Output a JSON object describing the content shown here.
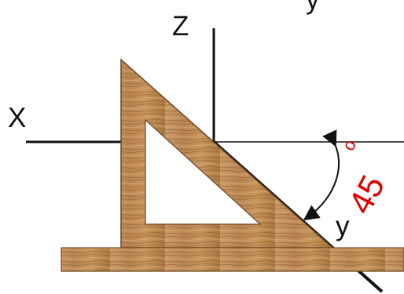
{
  "labels": {
    "z": "Z",
    "y_top": "y",
    "x": "X",
    "y_bottom": "y",
    "angle": "45",
    "degree": "o"
  },
  "colors": {
    "line": "#111111",
    "angle_text": "#e00000",
    "wood_light": "#c89b67",
    "wood_mid": "#b98552",
    "wood_dark": "#8e5c2e",
    "wood_edge": "#6f4423"
  }
}
